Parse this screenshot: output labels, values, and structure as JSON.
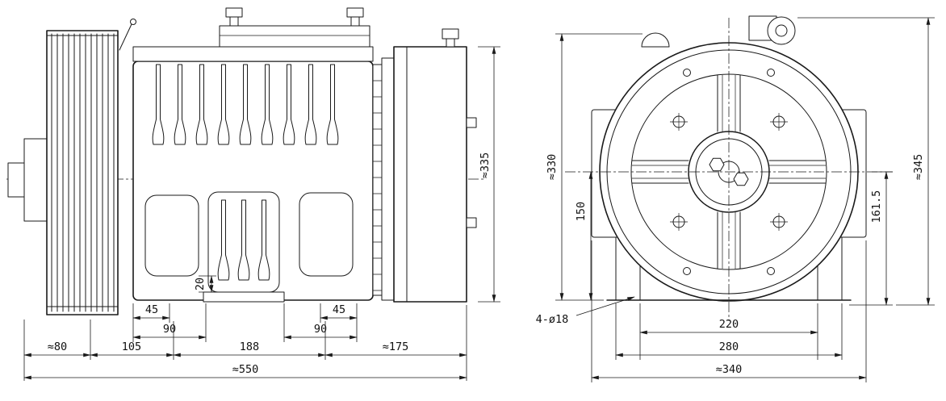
{
  "page": {
    "background": "#ffffff",
    "line_color": "#1a1a1a"
  },
  "views": {
    "side": {
      "name": "traction-machine-side-view",
      "dims": {
        "sheave_width": "≈80",
        "sheave_to_housing": "105",
        "housing_span": "188",
        "brake_section": "≈175",
        "overall_length": "≈550",
        "left_pad_offset": "45",
        "left_pad_span": "90",
        "foot_gap": "20",
        "right_pad_span": "90",
        "right_pad_offset": "45",
        "overall_height": "≈335"
      }
    },
    "front": {
      "name": "traction-machine-front-view",
      "dims": {
        "frame_height": "≈330",
        "center_to_base": "150",
        "center_to_foot": "161.5",
        "overall_height": "≈345",
        "mounting_holes": "4-ø18",
        "hole_spacing": "220",
        "foot_spacing": "280",
        "overall_width": "≈340"
      }
    }
  }
}
